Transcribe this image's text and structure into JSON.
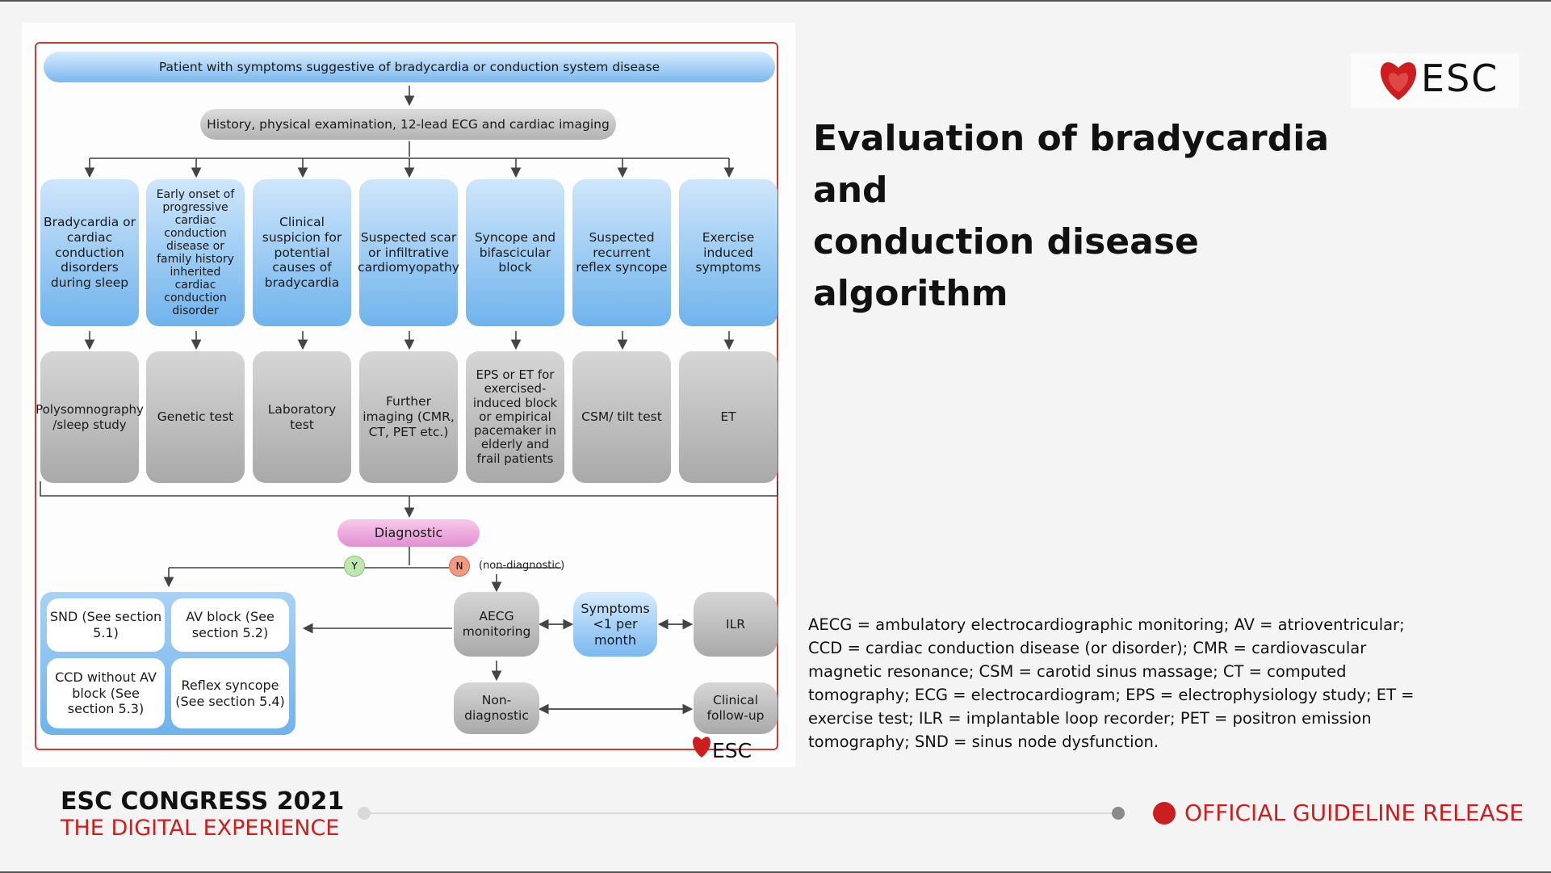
{
  "slide": {
    "title_line1": "Evaluation of bradycardia and",
    "title_line2": "conduction disease algorithm",
    "abbreviations": "AECG = ambulatory electrocardiographic monitoring; AV = atrioventricular; CCD = cardiac conduction disease (or disorder); CMR = cardiovascular magnetic resonance; CSM = carotid sinus massage; CT = computed tomography; ECG = electrocardiogram; EPS = electrophysiology study; ET = exercise test; ILR = implantable loop recorder; PET = positron emission tomography; SND = sinus node dysfunction.",
    "logo_text": "ESC",
    "event_line1": "ESC CONGRESS 2021",
    "event_line2": "THE DIGITAL EXPERIENCE",
    "release_label": "OFFICIAL GUIDELINE RELEASE"
  },
  "colors": {
    "esc_red": "#cc1e1e",
    "frame_red": "#cc3a3a",
    "box_blue": "#6fb3ec",
    "box_gray": "#a9a9a9",
    "diagnostic_pink": "#e28fd2"
  },
  "flowchart": {
    "top_box": "Patient with symptoms suggestive of bradycardia or conduction system disease",
    "history_box": "History, physical examination, 12-lead ECG and cardiac imaging",
    "presentations": [
      "Bradycardia or cardiac conduction disorders during sleep",
      "Early onset of progressive cardiac conduction disease or family history inherited cardiac conduction disorder",
      "Clinical suspicion for potential causes of bradycardia",
      "Suspected scar or infiltrative cardiomyopathy",
      "Syncope and bifascicular block",
      "Suspected recurrent reflex syncope",
      "Exercise induced symptoms"
    ],
    "tests": [
      "Polysomnography /sleep study",
      "Genetic test",
      "Laboratory test",
      "Further imaging (CMR, CT, PET etc.)",
      "EPS or ET for exercised-induced block or empirical pacemaker in elderly and frail patients",
      "CSM/ tilt test",
      "ET"
    ],
    "diagnostic_label": "Diagnostic",
    "yes_marker": "Y",
    "no_marker": "N",
    "non_diagnostic_note": "(non-diagnostic)",
    "outcomes": [
      "SND (See section 5.1)",
      "AV block (See section 5.2)",
      "CCD without AV block (See section 5.3)",
      "Reflex syncope (See section 5.4)"
    ],
    "aecg_box": "AECG monitoring",
    "symptoms_box": "Symptoms <1 per month",
    "ilr_box": "ILR",
    "non_diagnostic_box": "Non-diagnostic",
    "clinical_followup_box": "Clinical follow-up",
    "figure_logo": "ESC"
  }
}
